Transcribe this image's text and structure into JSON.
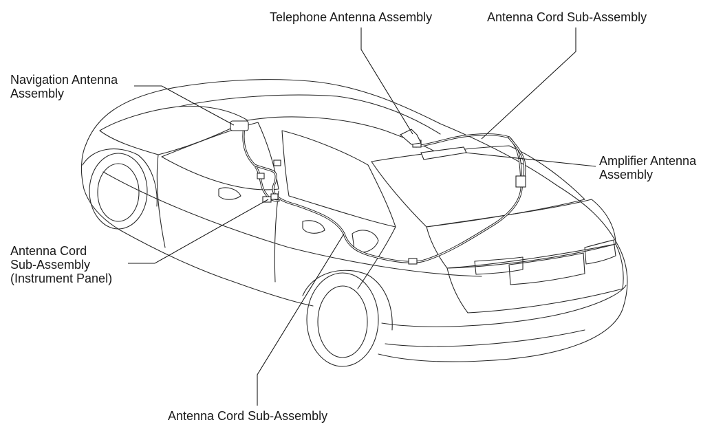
{
  "labels": {
    "telephone_antenna": "Telephone Antenna Assembly",
    "antenna_cord_roof": "Antenna Cord Sub-Assembly",
    "navigation_antenna": [
      "Navigation Antenna",
      "Assembly"
    ],
    "amplifier_antenna": [
      "Amplifier Antenna",
      "Assembly"
    ],
    "antenna_cord_instrument_panel": [
      "Antenna Cord",
      "Sub-Assembly",
      "(Instrument Panel)"
    ],
    "antenna_cord_bottom": "Antenna Cord Sub-Assembly"
  }
}
